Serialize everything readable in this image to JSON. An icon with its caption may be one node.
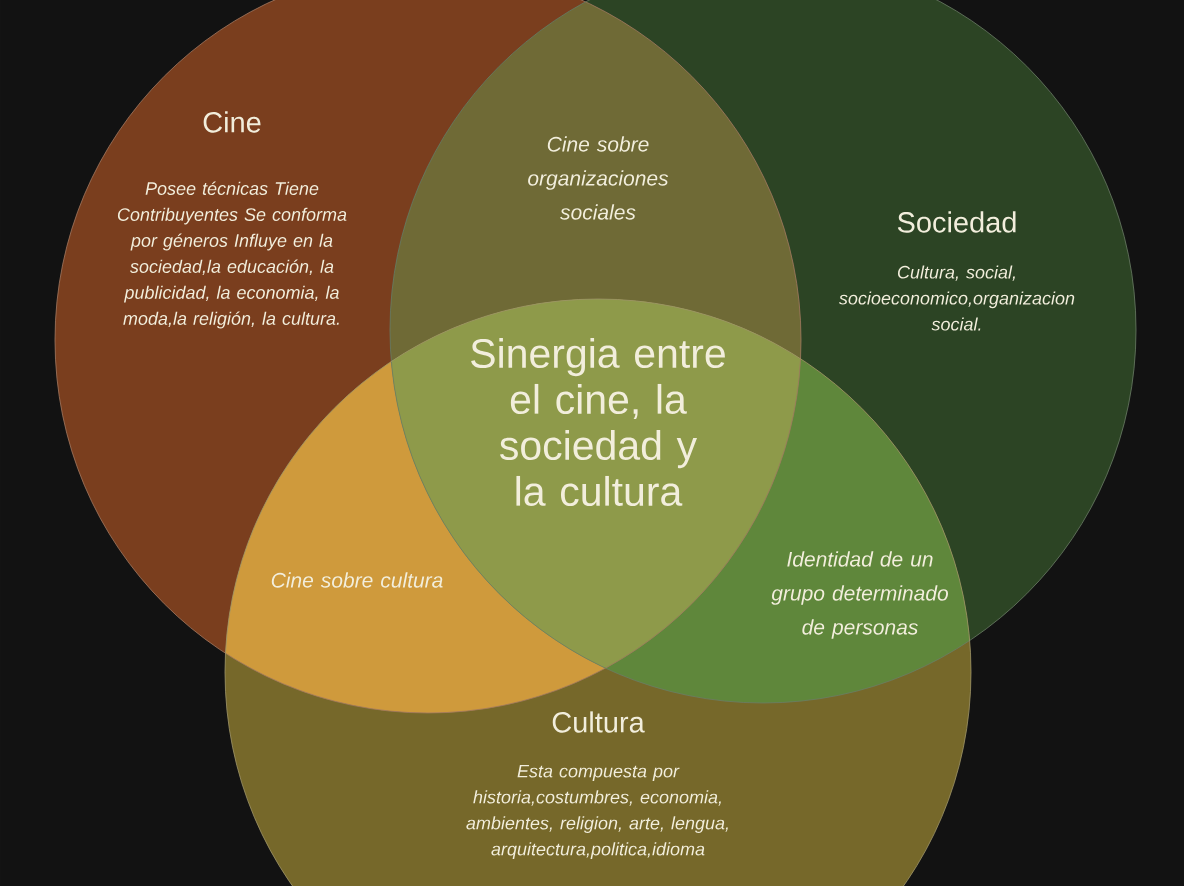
{
  "diagram": {
    "nodes": [
      {
        "text": [
          "Cine",
          "Posee técnicas Tiene Contribuyentes Se conforma por géneros Influye en la sociedad,la educación, la publicidad, la economia, la moda,la religión, la cultura."
        ]
      },
      {
        "text": [
          "Sociedad",
          "Cultura, social, socioeconomico,organizacion social."
        ]
      },
      {
        "text": [
          "Cultura",
          "Esta compuesta por historia,costumbres, economia, ambientes, religion, arte, lengua, arquitectura,politica,idioma"
        ]
      }
    ],
    "labels": [
      "Cine sobre organizaciones sociales",
      "Sinergia entre el cine, la sociedad y la cultura",
      "Cine sobre cultura",
      "Identidad de un grupo determinado de personas"
    ]
  }
}
